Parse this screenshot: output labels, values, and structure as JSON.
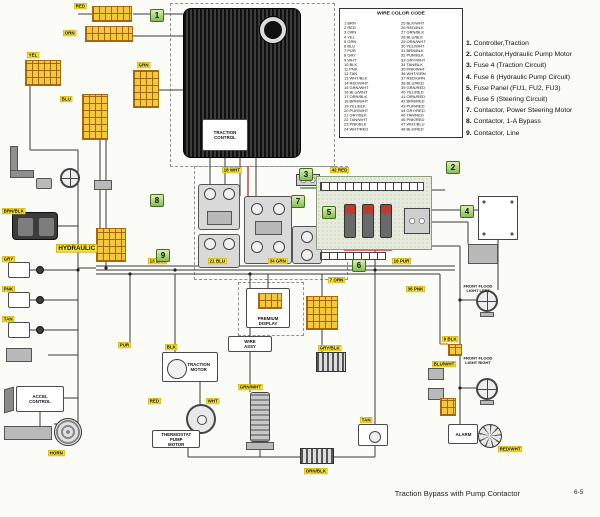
{
  "page": {
    "caption": "Traction Bypass with Pump Contactor",
    "page_number": "6-5"
  },
  "wire_color_code": {
    "title": "WIRE COLOR CODE",
    "left": [
      "1 BRN",
      "2 RED",
      "3 ORN",
      "4 YEL",
      "5 GRN",
      "6 BLU",
      "7 PUR",
      "8 GRY",
      "9 WHT",
      "10 BLK",
      "11 PNK",
      "12 TAN",
      "13 WHT/BLK",
      "14 RED/WHT",
      "15 GRN/WHT",
      "16 BLU/WHT",
      "17 ORN/BLK",
      "18 BRN/WHT",
      "19 YEL/BLK",
      "20 PUR/WHT",
      "21 GRY/BLK",
      "22 TAN/WHT",
      "23 PNK/BLK",
      "24 WHT/RED"
    ],
    "right": [
      "25 BLK/WHT",
      "26 RED/BLK",
      "27 GRN/BLK",
      "28 BLU/BLK",
      "29 ORN/WHT",
      "30 YEL/WHT",
      "31 BRN/BLK",
      "32 PUR/BLK",
      "33 GRY/WHT",
      "34 TAN/BLK",
      "35 PNK/WHT",
      "36 WHT/GRN",
      "37 RED/GRN",
      "38 BLU/RED",
      "39 GRN/RED",
      "40 YEL/RED",
      "41 ORN/RED",
      "42 BRN/RED",
      "43 PUR/RED",
      "44 GRY/RED",
      "45 TAN/RED",
      "46 PNK/RED",
      "47 WHT/BLU",
      "48 BLK/RED"
    ]
  },
  "legend": {
    "items": [
      {
        "n": "1.",
        "t": "Controller,Traction"
      },
      {
        "n": "2.",
        "t": "Contactor,Hydraulic Pump Motor"
      },
      {
        "n": "3.",
        "t": "Fuse 4 (Traction Circuit)"
      },
      {
        "n": "4.",
        "t": "Fuse 6 (Hydraulic Pump Circuit)"
      },
      {
        "n": "5.",
        "t": "Fuse Panel (FU1, FU2, FU3)"
      },
      {
        "n": "6.",
        "t": "Fuse 5 (Steering Circuit)"
      },
      {
        "n": "7.",
        "t": "Contactor, Power Steering Motor"
      },
      {
        "n": "8.",
        "t": "Contactor, 1-A Bypass"
      },
      {
        "n": "9.",
        "t": "Contactor, Line"
      }
    ]
  },
  "labels": {
    "traction_control": "TRACTION CONTROL",
    "premium_display": "PREMIUM DISPLAY",
    "traction_motor": "TRACTION MOTOR",
    "thermostat_pump_motor": "THERMOSTAT PUMP MOTOR",
    "wire_assy": "WIRE ASSY",
    "accel_control": "ACCEL CONTROL",
    "hydraulic": "HYDRAULIC",
    "front_flood_light_left": "FRONT FLOOD LIGHT LEFT",
    "front_flood_light_right": "FRONT FLOOD LIGHT RIGHT",
    "alarm": "ALARM",
    "horn": "HORN"
  },
  "wire_tags": [
    "RED",
    "YEL",
    "GRN",
    "BLU",
    "ORN",
    "BRN/BLK",
    "GRY",
    "PNK",
    "TAN",
    "13 BRN",
    "21 BLU",
    "34 GRN",
    "7 ORN",
    "16 PUR",
    "BLK",
    "RED",
    "WHT",
    "GRN/WHT",
    "ORN/BLK",
    "PUR",
    "TAN",
    "GRY/BLK",
    "BLU/WHT",
    "RED/WHT",
    "36 PNK",
    "9 BLK",
    "42 RED",
    "18 WHT"
  ],
  "callouts": [
    "1",
    "2",
    "3",
    "4",
    "5",
    "6",
    "7",
    "8",
    "9"
  ],
  "colors": {
    "tag_yellow": "#f8e33c",
    "callout_green": "#85bf54",
    "connector_yellow": "#f3c83e",
    "board_green": "#e7ebdd",
    "wire_dark": "#3a3a3a",
    "wire_red": "#c03a30",
    "controller_black": "#101010"
  }
}
